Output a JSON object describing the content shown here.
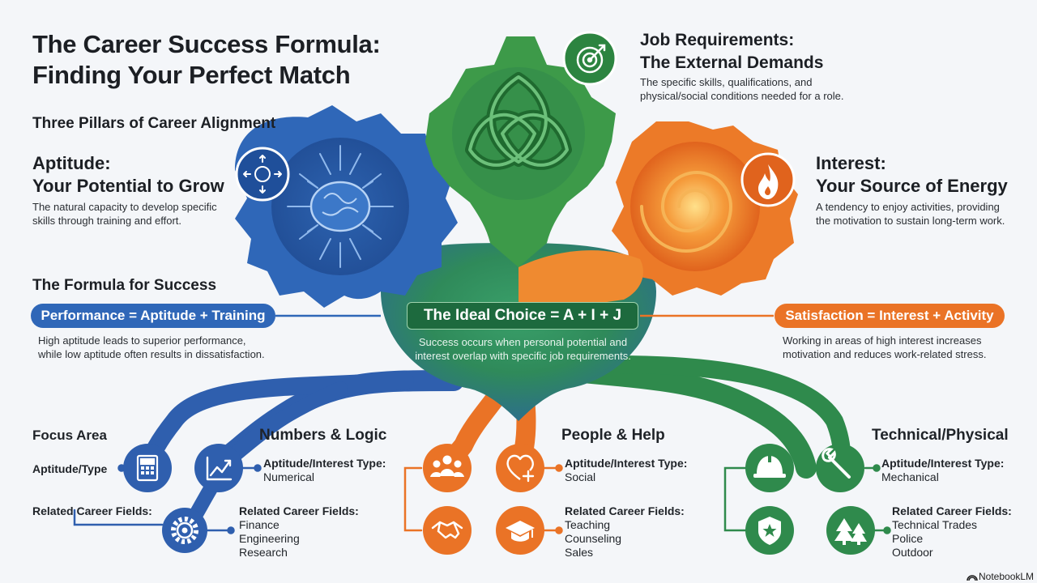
{
  "title": {
    "line1": "The Career Success Formula:",
    "line2": "Finding Your Perfect Match"
  },
  "pillars_heading": "Three Pillars of Career Alignment",
  "aptitude": {
    "title_line1": "Aptitude:",
    "title_line2": "Your Potential to Grow",
    "desc_line1": "The natural capacity to develop specific",
    "desc_line2": "skills through training and effort."
  },
  "job": {
    "title_line1": "Job Requirements:",
    "title_line2": "The External Demands",
    "desc_line1": "The specific skills, qualifications, and",
    "desc_line2": "physical/social conditions needed for a role."
  },
  "interest": {
    "title_line1": "Interest:",
    "title_line2": "Your Source of Energy",
    "desc_line1": "A tendency to enjoy activities, providing",
    "desc_line2": "the motivation to sustain long-term work."
  },
  "formula_heading": "The Formula for Success",
  "performance": {
    "pill": "Performance = Aptitude + Training",
    "desc_line1": "High aptitude leads to superior performance,",
    "desc_line2": "while low aptitude often results in dissatisfaction."
  },
  "ideal": {
    "pill": "The Ideal Choice = A + I + J",
    "desc_line1": "Success occurs when personal potential and",
    "desc_line2": "interest overlap with specific job requirements."
  },
  "satisfaction": {
    "pill": "Satisfaction = Interest + Activity",
    "desc_line1": "Working in areas of high interest increases",
    "desc_line2": "motivation and reduces work-related stress."
  },
  "legend": {
    "heading": "Focus Area",
    "type_label": "Aptitude/Type",
    "fields_label": "Related Career Fields:"
  },
  "areas": [
    {
      "title": "Numbers & Logic",
      "type_label": "Aptitude/Interest Type:",
      "type_value": "Numerical",
      "fields_label": "Related Career Fields:",
      "fields": [
        "Finance",
        "Engineering",
        "Research"
      ]
    },
    {
      "title": "People & Help",
      "type_label": "Aptitude/Interest Type:",
      "type_value": "Social",
      "fields_label": "Related Career Fields:",
      "fields": [
        "Teaching",
        "Counseling",
        "Sales"
      ]
    },
    {
      "title": "Technical/Physical",
      "type_label": "Aptitude/Interest Type:",
      "type_value": "Mechanical",
      "fields_label": "Related Career Fields:",
      "fields": [
        "Technical Trades",
        "Police",
        "Outdoor"
      ]
    }
  ],
  "watermark": "NotebookLM",
  "colors": {
    "blue": "#2f67b8",
    "green": "#3d9a49",
    "orange": "#ea7326",
    "dark_green": "#2f8a4c",
    "background": "#f4f6f9"
  },
  "icons": {
    "aptitude": "brain-arrows-icon",
    "job": "target-icon",
    "interest": "flame-icon",
    "numbers": [
      "calculator-icon",
      "chart-up-icon",
      "gear-cog-icon"
    ],
    "people": [
      "people-group-icon",
      "heart-plus-icon",
      "handshake-icon",
      "graduation-cap-icon"
    ],
    "technical": [
      "hard-hat-icon",
      "wrench-icon",
      "police-badge-icon",
      "trees-icon"
    ]
  }
}
